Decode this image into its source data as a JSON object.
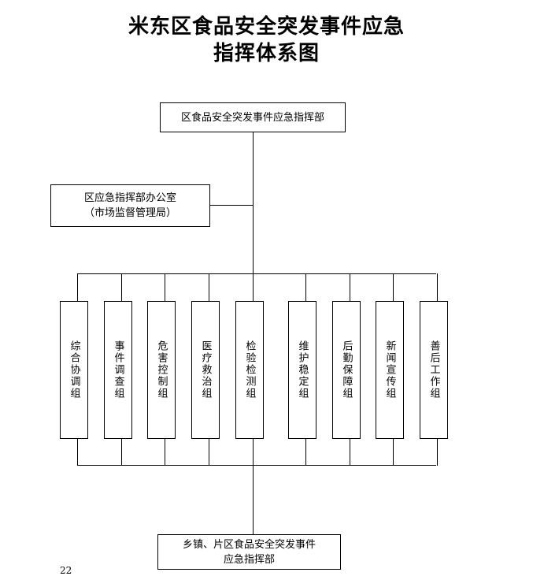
{
  "title_line1": "米东区食品安全突发事件应急",
  "title_line2": "指挥体系图",
  "command": "区食品安全突发事件应急指挥部",
  "office": {
    "line1": "区应急指挥部办公室",
    "line2": "（市场监督管理局）"
  },
  "groups": [
    {
      "label": "综合协调组"
    },
    {
      "label": "事件调查组"
    },
    {
      "label": "危害控制组"
    },
    {
      "label": "医疗救治组"
    },
    {
      "label": "检验检测组"
    },
    {
      "label": "维护稳定组"
    },
    {
      "label": "后勤保障组"
    },
    {
      "label": "新闻宣传组"
    },
    {
      "label": "善后工作组"
    }
  ],
  "township": {
    "line1": "乡镇、片区食品安全突发事件",
    "line2": "应急指挥部"
  },
  "page_number": "22"
}
